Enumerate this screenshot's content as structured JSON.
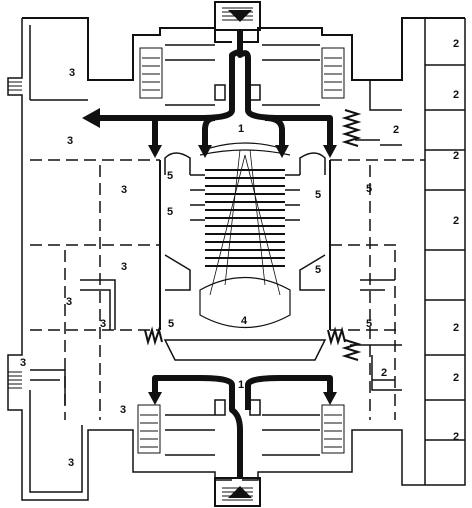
{
  "diagram": {
    "type": "architectural floor plan",
    "ink_color": "#111111",
    "paper_color": "#ffffff",
    "labels": {
      "one": "1",
      "two": "2",
      "three": "3",
      "four": "4",
      "five": "5"
    }
  }
}
